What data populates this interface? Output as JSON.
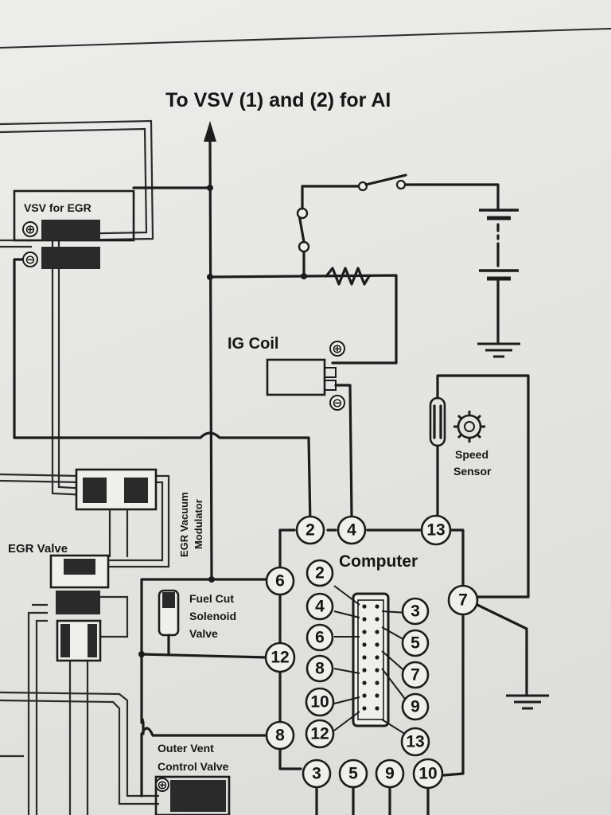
{
  "diagram": {
    "title": "To VSV (1) and (2) for AI",
    "labels": {
      "vsv_egr": "VSV for EGR",
      "ig_coil": "IG Coil",
      "speed_sensor_line1": "Speed",
      "speed_sensor_line2": "Sensor",
      "egr_valve": "EGR Valve",
      "egr_modulator_line1": "EGR Vacuum",
      "egr_modulator_line2": "Modulator",
      "computer": "Computer",
      "fuel_cut_line1": "Fuel Cut",
      "fuel_cut_line2": "Solenoid",
      "fuel_cut_line3": "Valve",
      "outer_vent_line1": "Outer Vent",
      "outer_vent_line2": "Control Valve"
    },
    "polarity": {
      "plus": "⊕",
      "minus": "⊖"
    },
    "computer_terminals": {
      "top": [
        "2",
        "4",
        "13"
      ],
      "left": [
        "6",
        "12",
        "8"
      ],
      "right": [
        "7"
      ],
      "bottom": [
        "3",
        "5",
        "9",
        "10"
      ]
    },
    "connector_pins": {
      "left_column": [
        "2",
        "4",
        "6",
        "8",
        "10",
        "12"
      ],
      "right_column": [
        "3",
        "5",
        "7",
        "9",
        "13"
      ]
    },
    "ink_color": "#1c1c1c",
    "paper_color": "#e8e8e5"
  }
}
